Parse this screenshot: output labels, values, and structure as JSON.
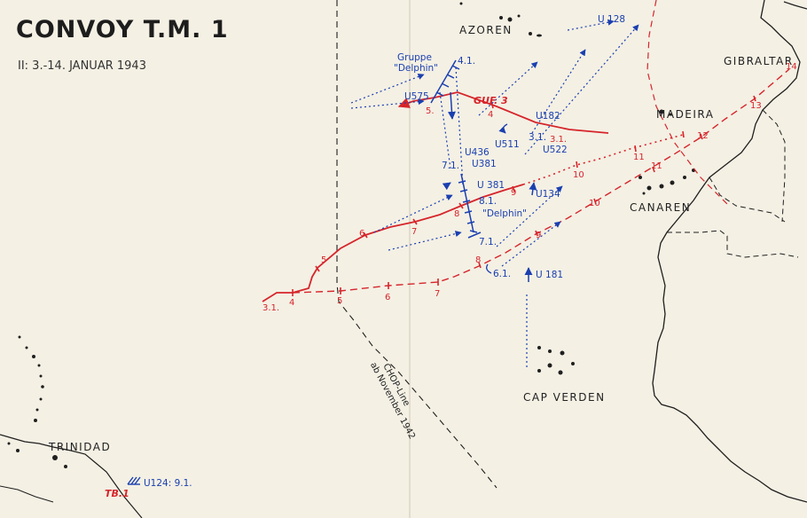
{
  "title": "CONVOY T.M. 1",
  "subtitle": "II: 3.-14. JANUAR 1943",
  "places": {
    "azoren": "AZOREN",
    "madeira": "MADEIRA",
    "canaren": "CANAREN",
    "gibraltar": "GIBRALTAR",
    "cap_verden": "CAP VERDEN",
    "trinidad": "TRINIDAD"
  },
  "chop_line": {
    "line1": "CHOP-Line",
    "line2": "ab November 1942"
  },
  "groups": {
    "gruppe": "Gruppe",
    "delphin": "\"Delphin\"",
    "delphin2": "\"Delphin\""
  },
  "uboats": {
    "u128": "U 128",
    "u575": "U575",
    "u182": "U182",
    "u511": "U511",
    "u522": "U522",
    "u436": "U436",
    "u381a": "U381",
    "u381b": "U 381",
    "u134": "U134",
    "u181": "U 181",
    "u124": "U124: 9.1."
  },
  "convoy_labels": {
    "guf3": "GUF. 3",
    "tb1": "TB.1"
  },
  "dates_blue": {
    "d41": "4.1.",
    "d71a": "7.1.",
    "d81": "8.1.",
    "d71b": "7.1.",
    "d61": "6.1.",
    "d31": "3.1."
  },
  "dates_red": {
    "r31": "3.1.",
    "r4": "4",
    "r5": "5",
    "r5b": "5",
    "r6": "6",
    "r6b": "6",
    "r7": "7",
    "r7b": "7",
    "r8": "8",
    "r8b": "8",
    "r9": "9",
    "r9b": "9",
    "r10": "10",
    "r10b": "10",
    "r11": "11",
    "r11b": "11",
    "r12": "12",
    "r13": "13",
    "r14": "14",
    "r5guf": "5.",
    "r4guf": "4",
    "r31guf": "3.1."
  }
}
